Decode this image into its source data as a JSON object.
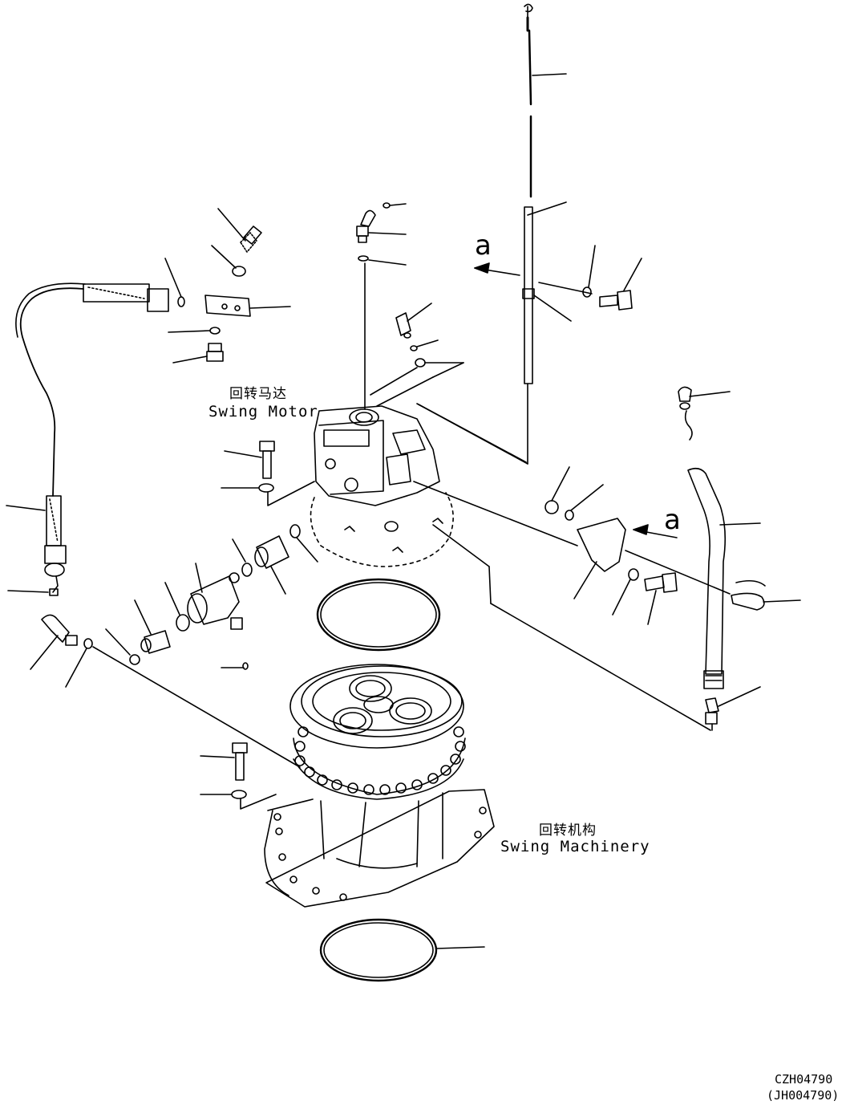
{
  "labels": {
    "swing_motor_cn": "回转马达",
    "swing_motor_en": "Swing Motor",
    "swing_machinery_cn": "回转机构",
    "swing_machinery_en": "Swing Machinery",
    "view_arrow_top": "a",
    "view_arrow_right": "a"
  },
  "codes": {
    "drawing_code": "CZH04790",
    "alt_code": "(JH004790)"
  }
}
